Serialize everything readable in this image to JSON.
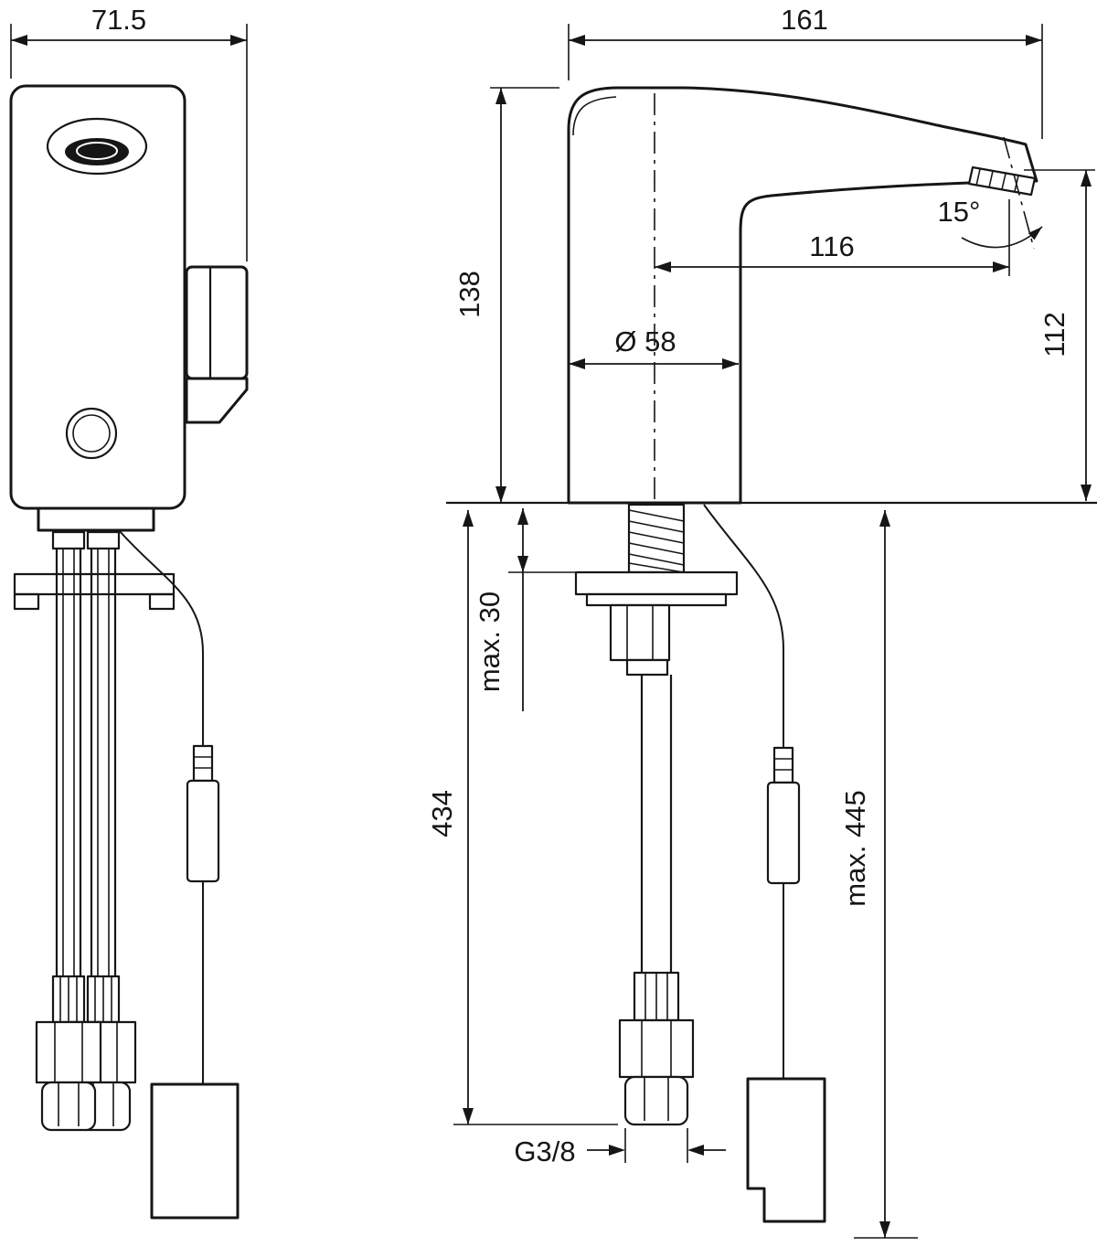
{
  "meta": {
    "background_color": "#ffffff",
    "line_color": "#161616",
    "drawing_type": "sensor-faucet-dimensional-drawing"
  },
  "front_view": {
    "overall_width": "71.5"
  },
  "side_view": {
    "overall_length": "161",
    "body_height": "138",
    "spout_reach": "116",
    "spout_angle": "15°",
    "base_diameter": "Ø 58",
    "outlet_height": "112",
    "max_deck_thickness": "max. 30",
    "supply_length": "434",
    "max_cable_length": "max. 445",
    "connection_thread": "G3/8"
  }
}
